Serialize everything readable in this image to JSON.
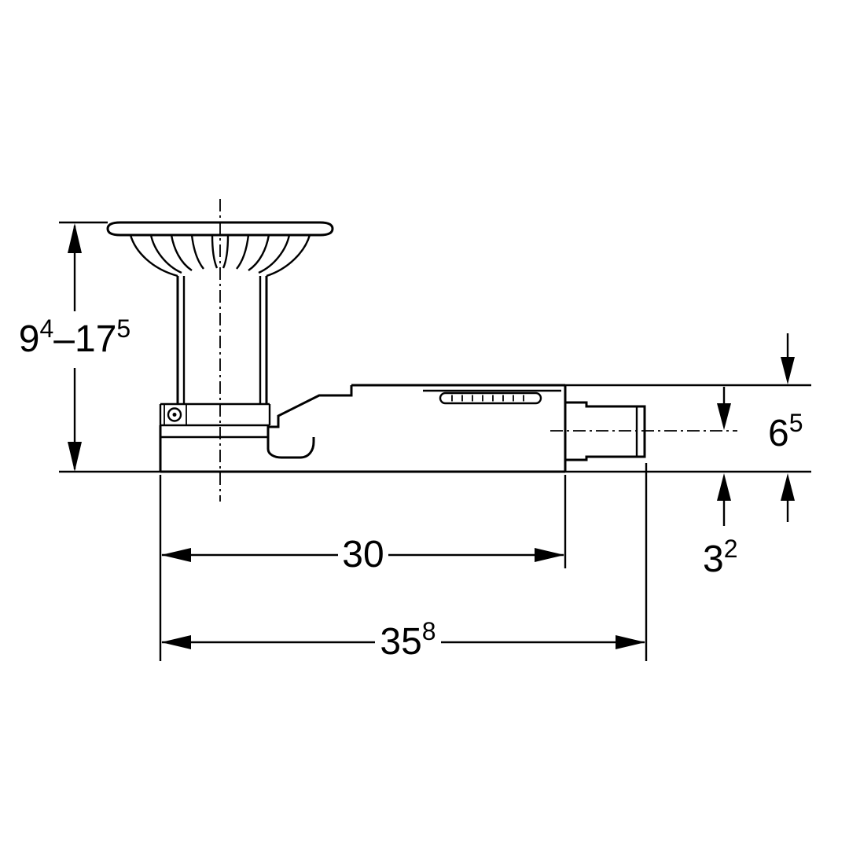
{
  "drawing": {
    "name": "floor-drain-side-view-technical-drawing",
    "line_color": "#000000",
    "background_color": "#ffffff",
    "dimensions": {
      "height_range": {
        "text": "9⁴–17⁵",
        "parts": {
          "a": "9",
          "a_sup": "4",
          "sep": "–",
          "b": "17",
          "b_sup": "5"
        }
      },
      "outlet_height": {
        "text": "6⁵",
        "parts": {
          "a": "6",
          "a_sup": "5"
        }
      },
      "bottom_offset": {
        "text": "3²",
        "parts": {
          "a": "3",
          "a_sup": "2"
        }
      },
      "body_length": {
        "text": "30",
        "parts": {
          "a": "30"
        }
      },
      "total_length": {
        "text": "35⁸",
        "parts": {
          "a": "35",
          "a_sup": "8"
        }
      }
    }
  }
}
